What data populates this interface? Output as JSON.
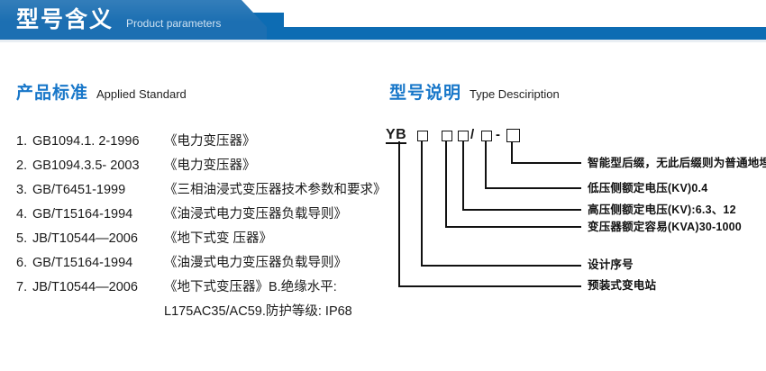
{
  "banner": {
    "title_cn": "型号含义",
    "title_en": "Product parameters",
    "bar_color": "#1c6fb2",
    "strip_color": "#0d6cb3"
  },
  "standards_section": {
    "heading_cn": "产品标准",
    "heading_en": "Applied Standard",
    "heading_color": "#1877c9",
    "items": [
      {
        "num": "1.",
        "code": "GB1094.1. 2-1996",
        "name": "《电力变压器》"
      },
      {
        "num": "2.",
        "code": "GB1094.3.5- 2003",
        "name": "《电力变压器》"
      },
      {
        "num": "3.",
        "code": "GB/T6451-1999",
        "name": "《三相油浸式变压器技术参数和要求》"
      },
      {
        "num": "4.",
        "code": "GB/T15164-1994",
        "name": "《油浸式电力变压器负载导则》"
      },
      {
        "num": "5.",
        "code": "JB/T10544—2006",
        "name": "《地下式变 压器》"
      },
      {
        "num": "6.",
        "code": "GB/T15164-1994",
        "name": "《油漫式电力变压器负载导则》"
      },
      {
        "num": "7.",
        "code": "JB/T10544—2006",
        "name": "《地下式变压器》B.绝缘水平:"
      }
    ],
    "continuation": "L175AC35/AC59.防护等级: IP68"
  },
  "type_section": {
    "heading_cn": "型号说明",
    "heading_en": "Type Desciription",
    "heading_color": "#1877c9",
    "code": {
      "prefix": "YB",
      "separator_slash": "/",
      "separator_dash": "-",
      "placeholder_count": 5
    },
    "callouts": [
      {
        "id": "suffix",
        "text": "智能型后缀，无此后缀则为普通地埋变"
      },
      {
        "id": "lv-voltage",
        "text": "低压侧额定电压(KV)0.4"
      },
      {
        "id": "hv-voltage",
        "text": "高压侧额定电压(KV):6.3、12"
      },
      {
        "id": "capacity",
        "text": "变压器额定容易(KVA)30-1000"
      },
      {
        "id": "design-serial",
        "text": "设计序号"
      },
      {
        "id": "substation",
        "text": "预装式变电站"
      }
    ]
  }
}
